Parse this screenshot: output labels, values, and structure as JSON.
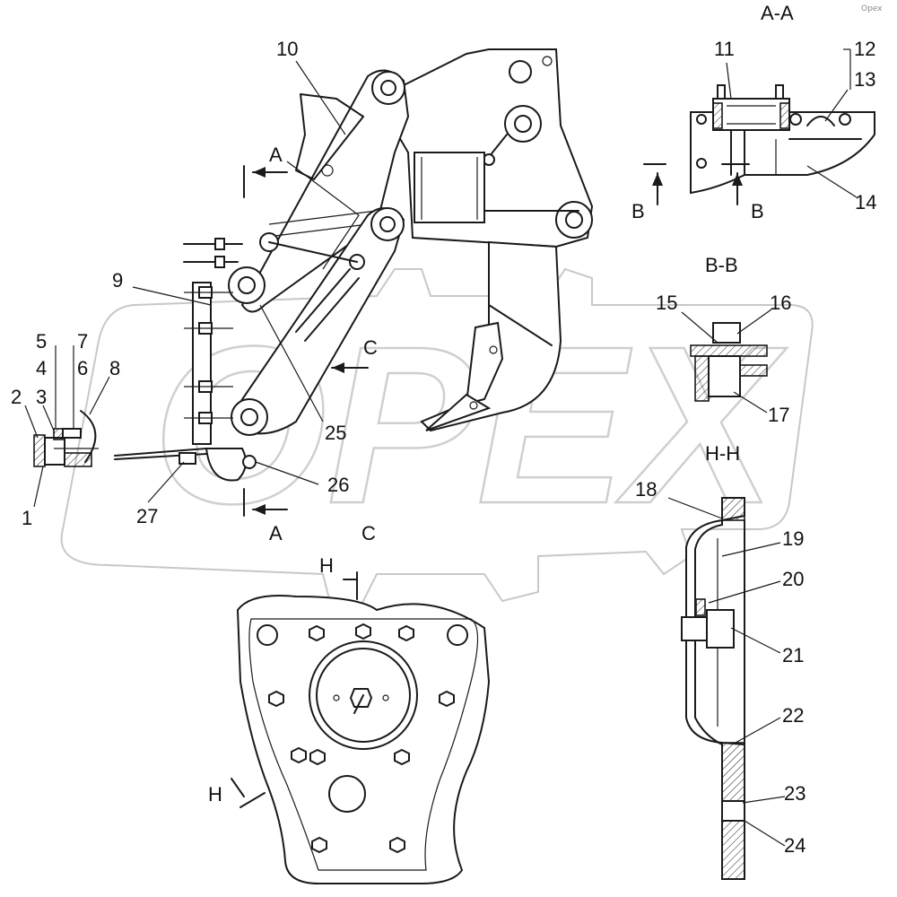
{
  "watermark": {
    "text": "OPEX",
    "corner_mark": "Opex"
  },
  "section_titles": {
    "aa": "A-A",
    "bb": "B-B",
    "hh": "H-H",
    "view_c": "C"
  },
  "cut_markers": {
    "a_top": "A",
    "a_bottom": "A",
    "b_left": "B",
    "b_right": "B",
    "c_arrow": "C",
    "h_top": "H",
    "h_bottom": "H"
  },
  "callouts": [
    "1",
    "2",
    "3",
    "4",
    "5",
    "6",
    "7",
    "8",
    "9",
    "10",
    "11",
    "12",
    "13",
    "14",
    "15",
    "16",
    "17",
    "18",
    "19",
    "20",
    "21",
    "22",
    "23",
    "24",
    "25",
    "26",
    "27"
  ]
}
